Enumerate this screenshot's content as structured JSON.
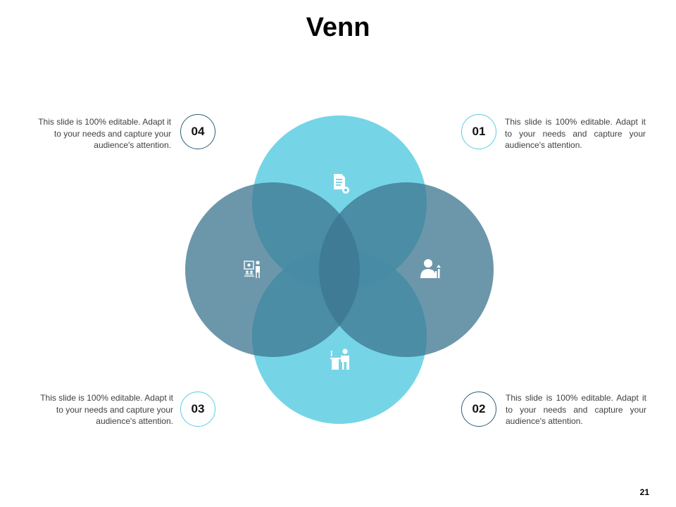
{
  "slide": {
    "title": "Venn",
    "page_number": "21"
  },
  "items": [
    {
      "number": "01",
      "text": "This slide is 100% editable. Adapt it to your needs and capture your audience's attention.",
      "icon": "user-chart-icon"
    },
    {
      "number": "02",
      "text": "This slide is 100% editable. Adapt it to your needs and capture your audience's attention.",
      "icon": "person-at-desk-icon"
    },
    {
      "number": "03",
      "text": "This slide is 100% editable. Adapt it to your needs and capture your audience's attention.",
      "icon": "presentation-icon"
    },
    {
      "number": "04",
      "text": "This slide is 100% editable. Adapt it to your needs and capture your audience's attention.",
      "icon": "document-gear-icon"
    }
  ],
  "colors": {
    "light_circle": "#5ccde3",
    "dark_circle": "#2d6a87",
    "background": "#ffffff"
  }
}
